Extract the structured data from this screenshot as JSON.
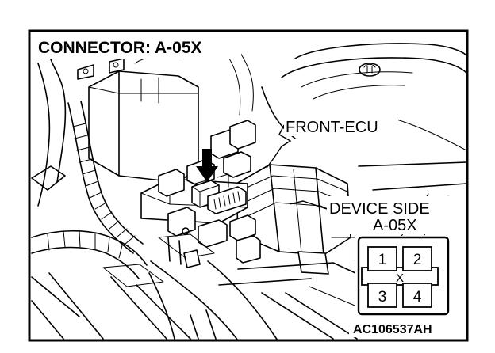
{
  "diagram": {
    "title": "CONNECTOR: A-05X",
    "callout_label": "FRONT-ECU",
    "device_side_label": "DEVICE SIDE",
    "device_side_connector": "A-05X",
    "pins": [
      "1",
      "2",
      "3",
      "4"
    ],
    "pin_center_mark": "X",
    "figure_code": "AC106537AH"
  },
  "colors": {
    "ink": "#000000",
    "paper": "#ffffff"
  }
}
